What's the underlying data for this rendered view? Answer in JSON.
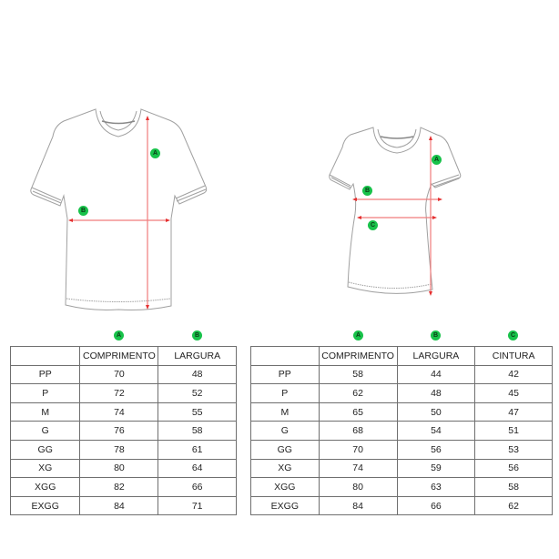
{
  "colors": {
    "badge": "#18c24a",
    "measure_line": "#f07c7c",
    "shirt_outline": "#9a9a9a",
    "table_border": "#6f6f6f"
  },
  "left_figure": {
    "type": "t-shirt",
    "markers": [
      "A",
      "B"
    ]
  },
  "right_figure": {
    "type": "baby-look-t-shirt",
    "markers": [
      "A",
      "B",
      "C"
    ]
  },
  "left_table": {
    "badges": [
      "A",
      "B"
    ],
    "headers": [
      "",
      "COMPRIMENTO",
      "LARGURA"
    ],
    "rows": [
      [
        "PP",
        "70",
        "48"
      ],
      [
        "P",
        "72",
        "52"
      ],
      [
        "M",
        "74",
        "55"
      ],
      [
        "G",
        "76",
        "58"
      ],
      [
        "GG",
        "78",
        "61"
      ],
      [
        "XG",
        "80",
        "64"
      ],
      [
        "XGG",
        "82",
        "66"
      ],
      [
        "EXGG",
        "84",
        "71"
      ]
    ]
  },
  "right_table": {
    "badges": [
      "A",
      "B",
      "C"
    ],
    "headers": [
      "",
      "COMPRIMENTO",
      "LARGURA",
      "CINTURA"
    ],
    "rows": [
      [
        "PP",
        "58",
        "44",
        "42"
      ],
      [
        "P",
        "62",
        "48",
        "45"
      ],
      [
        "M",
        "65",
        "50",
        "47"
      ],
      [
        "G",
        "68",
        "54",
        "51"
      ],
      [
        "GG",
        "70",
        "56",
        "53"
      ],
      [
        "XG",
        "74",
        "59",
        "56"
      ],
      [
        "XGG",
        "80",
        "63",
        "58"
      ],
      [
        "EXGG",
        "84",
        "66",
        "62"
      ]
    ]
  }
}
